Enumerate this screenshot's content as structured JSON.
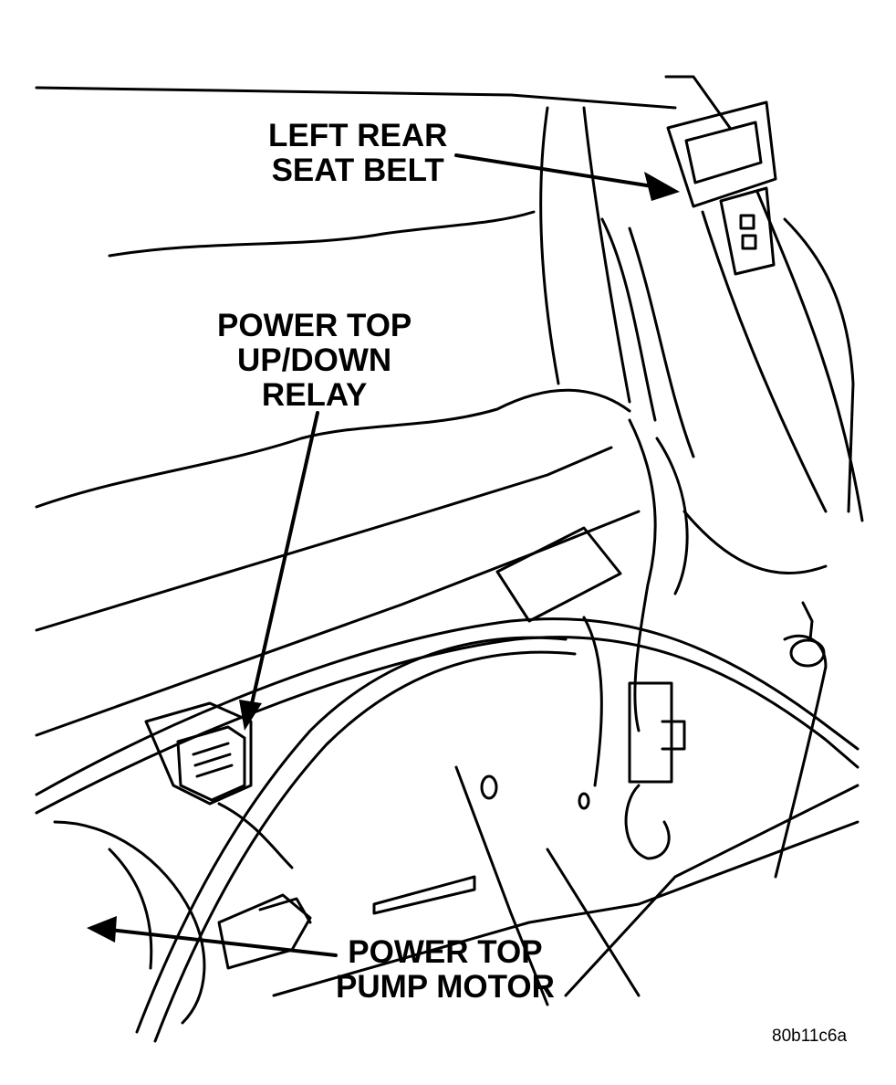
{
  "labels": {
    "left_rear_seat_belt": [
      "LEFT REAR",
      "SEAT BELT"
    ],
    "power_top_relay": [
      "POWER TOP",
      "UP/DOWN",
      "RELAY"
    ],
    "power_top_pump_motor": [
      "POWER TOP",
      "PUMP MOTOR"
    ]
  },
  "figure_code": "80b11c6a",
  "colors": {
    "ink": "#000000",
    "paper": "#ffffff"
  }
}
